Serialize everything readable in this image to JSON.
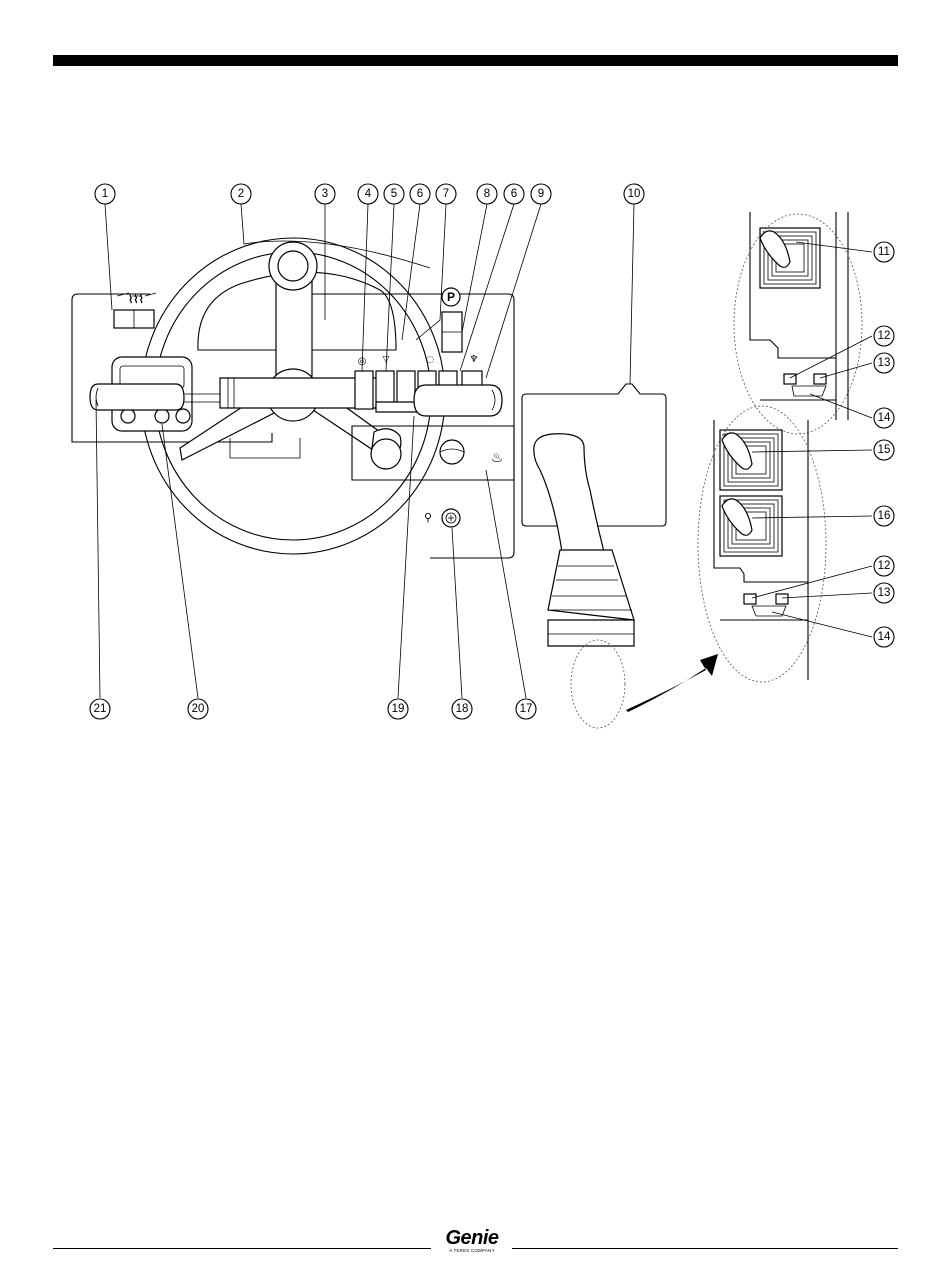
{
  "callouts": [
    "1",
    "2",
    "3",
    "4",
    "5",
    "6",
    "7",
    "8",
    "6",
    "9",
    "10",
    "11",
    "12",
    "13",
    "14",
    "15",
    "16",
    "12",
    "13",
    "14",
    "21",
    "20",
    "19",
    "18",
    "17"
  ],
  "indicators": {
    "parking": "P",
    "heater_symbol": "heat-icon"
  },
  "footer": {
    "brand": "Genie",
    "tagline": "A TEREX COMPANY"
  }
}
